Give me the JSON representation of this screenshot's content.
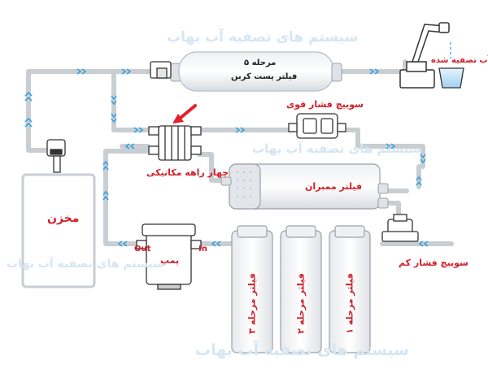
{
  "watermark": "سیستم های تصفیه آب بهاب",
  "labels": {
    "filter5_stage": "مرحله ۵",
    "filter5_name": "فیلتر پست کربن",
    "purified_water": "آب تصفیه شده",
    "high_pressure_switch": "سوییچ فشار قوی",
    "four_way_valve": "چهار راهه مکانیکی",
    "membrane_filter": "فیلتر ممبران",
    "tank": "مخزن",
    "pump": "پمپ",
    "pump_out": "Out",
    "pump_in": "In",
    "low_pressure_switch": "سوییچ فشار کم",
    "filter_stage1": "فیلتر مرحله ۱",
    "filter_stage2": "فیلتر مرحله ۲",
    "filter_stage3": "فیلتر مرحله ۳"
  },
  "colors": {
    "label_red": "#d0202a",
    "label_dark": "#222222",
    "arrow_blue": "#3aa3e0",
    "tube_gray": "#c9ced3",
    "highlight_arrow": "#e5202a"
  },
  "icons": [
    "red-pointer-arrow",
    "faucet-icon",
    "glass-icon"
  ]
}
